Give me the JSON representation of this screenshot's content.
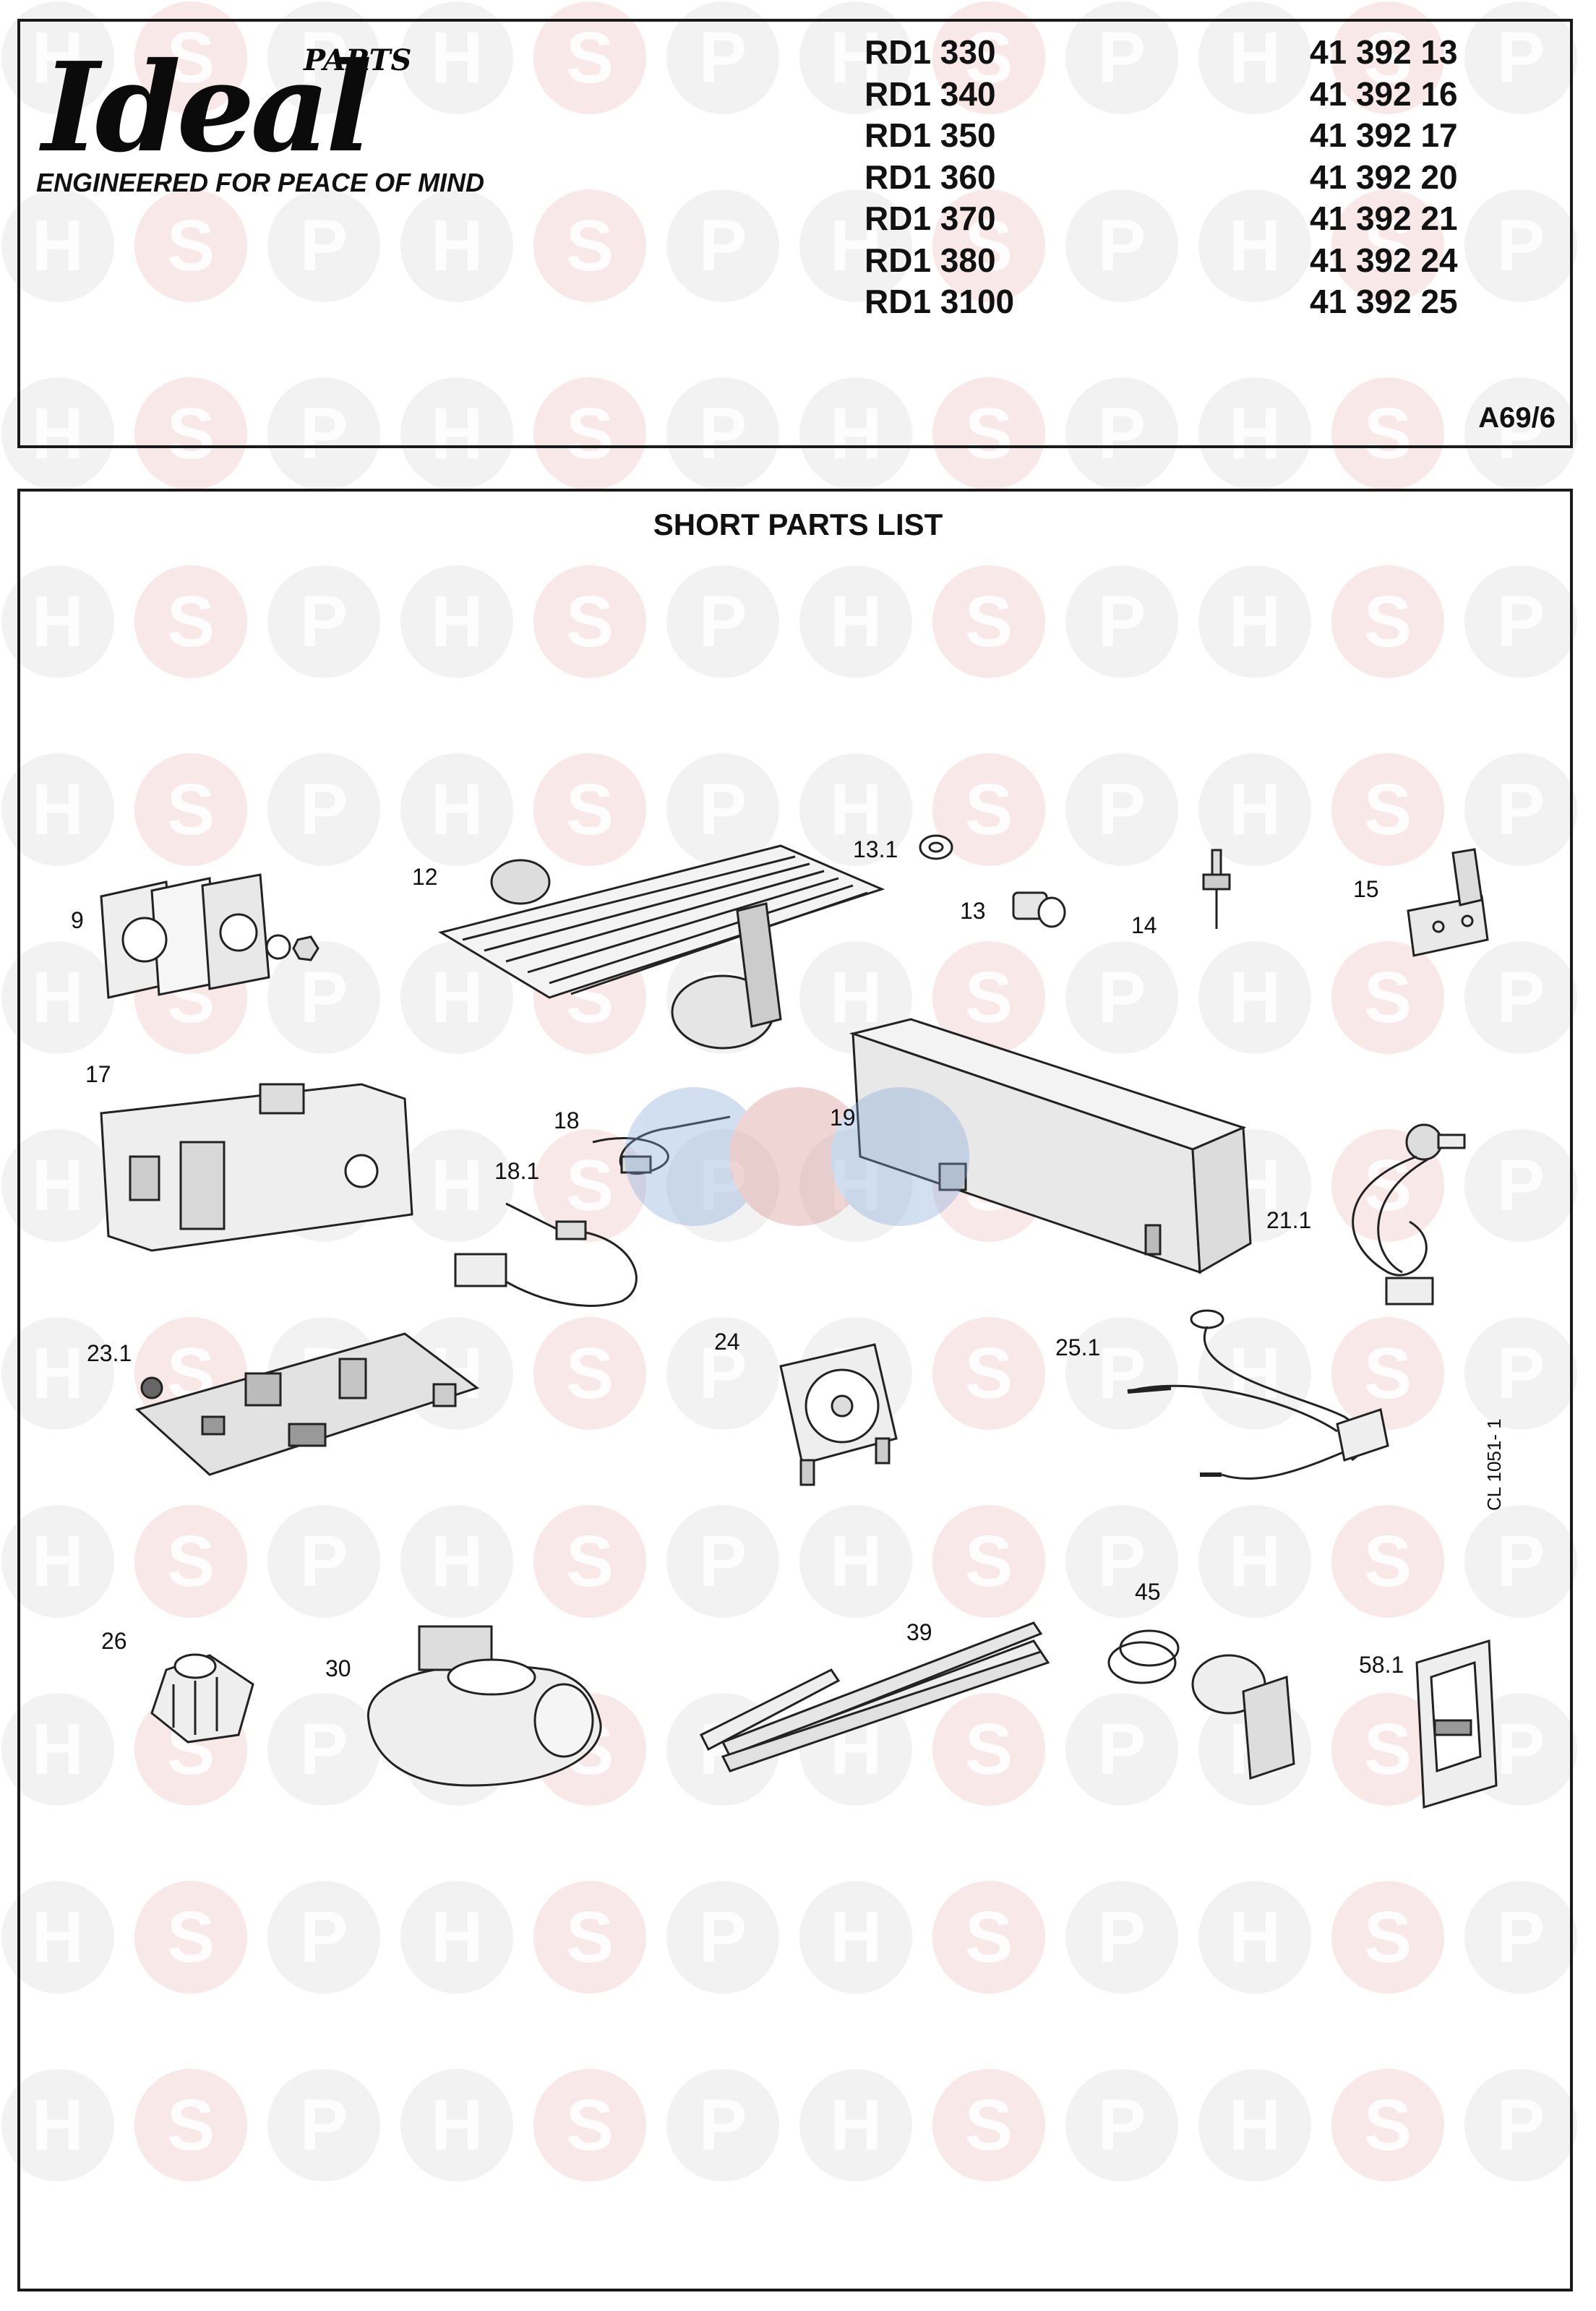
{
  "brand": {
    "name": "Ideal",
    "sub": "PARTS",
    "tagline": "ENGINEERED FOR PEACE OF MIND"
  },
  "models": [
    {
      "model": "RD1 330",
      "code": "41 392 13"
    },
    {
      "model": "RD1 340",
      "code": "41 392 16"
    },
    {
      "model": "RD1 350",
      "code": "41 392 17"
    },
    {
      "model": "RD1 360",
      "code": "41 392 20"
    },
    {
      "model": "RD1 370",
      "code": "41 392 21"
    },
    {
      "model": "RD1 380",
      "code": "41 392 24"
    },
    {
      "model": "RD1 3100",
      "code": "41 392 25"
    }
  ],
  "ref_code": "A69/6",
  "section_title": "SHORT PARTS LIST",
  "drawing_ref": "CL 1051- 1",
  "callouts": {
    "p9": "9",
    "p12": "12",
    "p13_1": "13.1",
    "p13": "13",
    "p14": "14",
    "p15": "15",
    "p17": "17",
    "p18": "18",
    "p18_1": "18.1",
    "p19": "19",
    "p21_1": "21.1",
    "p23_1": "23.1",
    "p24": "24",
    "p25_1": "25.1",
    "p26": "26",
    "p30": "30",
    "p39": "39",
    "p45": "45",
    "p58_1": "58.1"
  },
  "watermark": {
    "letters": [
      "H",
      "S",
      "P"
    ],
    "color": "#e7e7e7",
    "accent": "#f2d6d6"
  }
}
